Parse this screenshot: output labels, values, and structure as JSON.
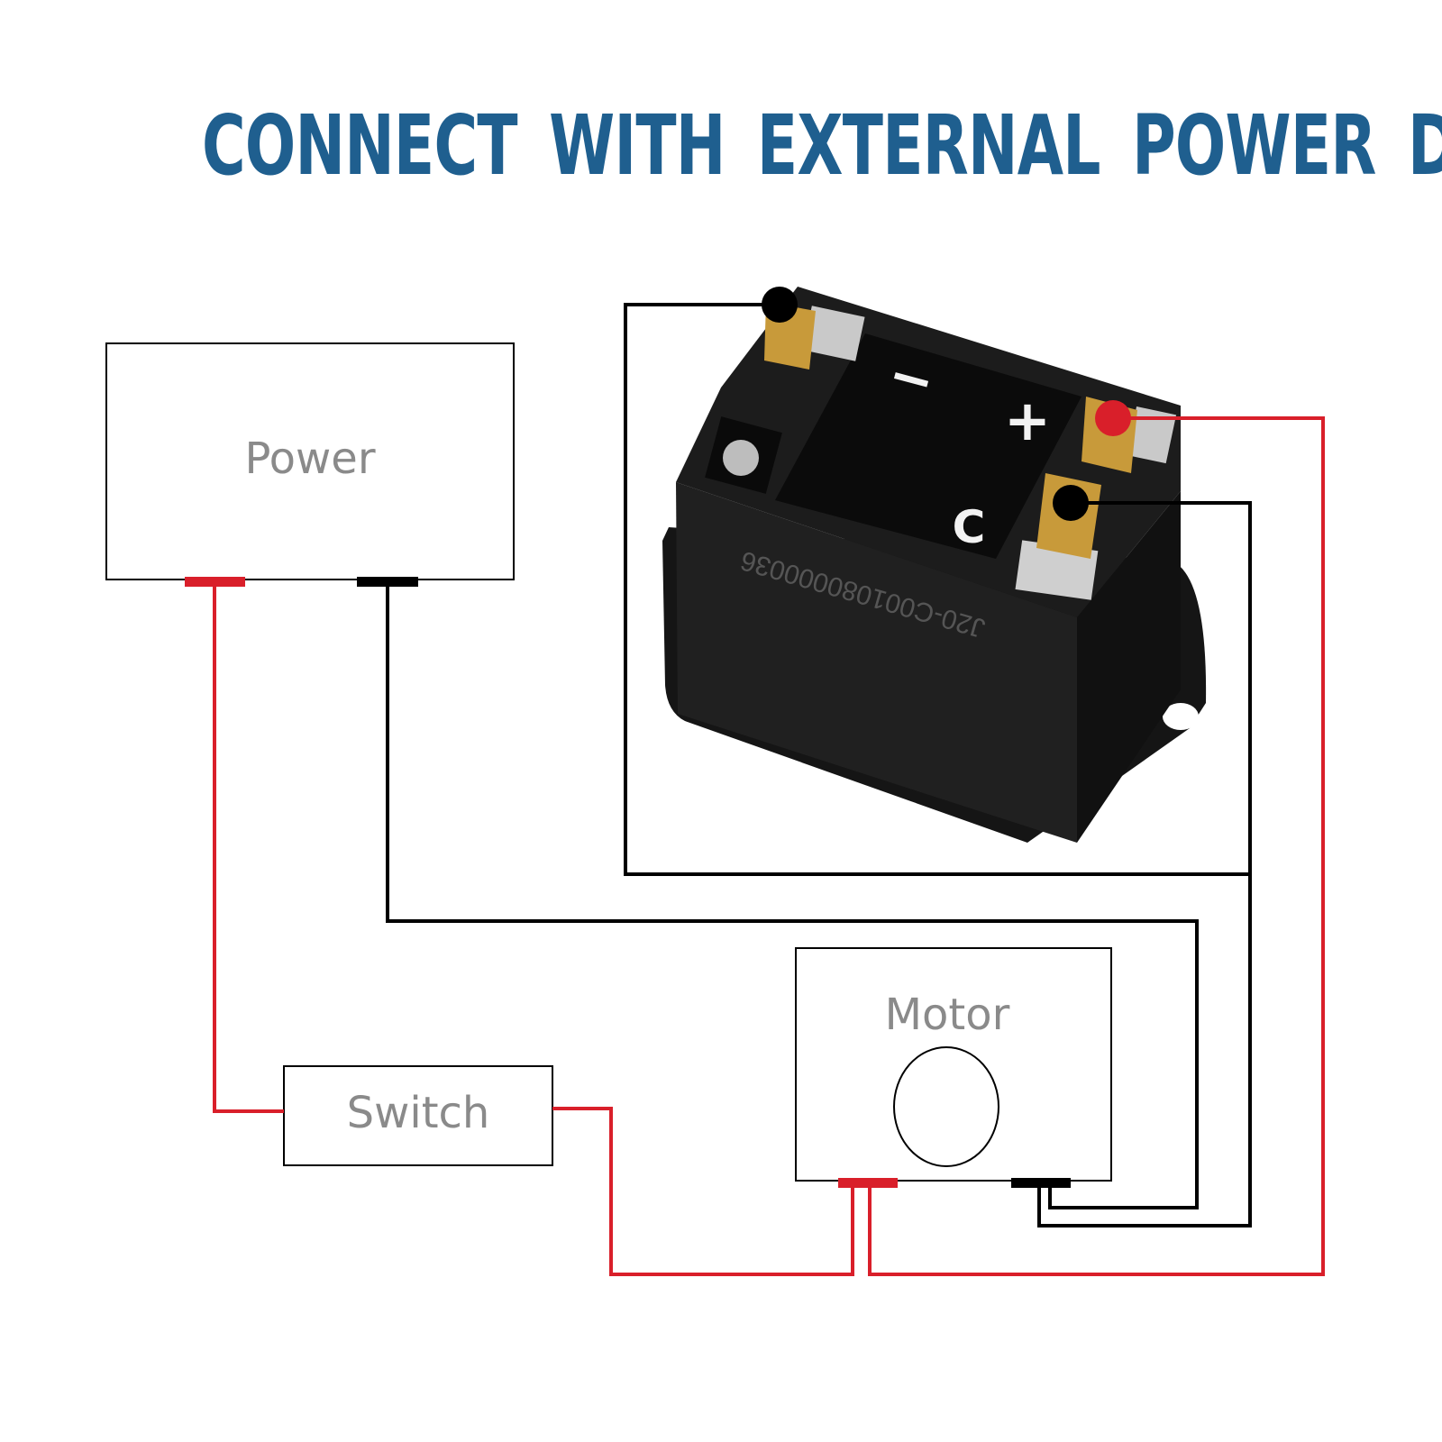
{
  "title": "CONNECT WITH EXTERNAL POWER DEVICE",
  "boxes": {
    "power": "Power",
    "switch": "Switch",
    "motor": "Motor"
  },
  "device": {
    "minus": "−",
    "plus": "+",
    "c": "C",
    "serial": "J20-C001080000036"
  },
  "colors": {
    "title": "#1f5f8f",
    "wire_positive": "#d91f2a",
    "wire_negative": "#000000"
  }
}
